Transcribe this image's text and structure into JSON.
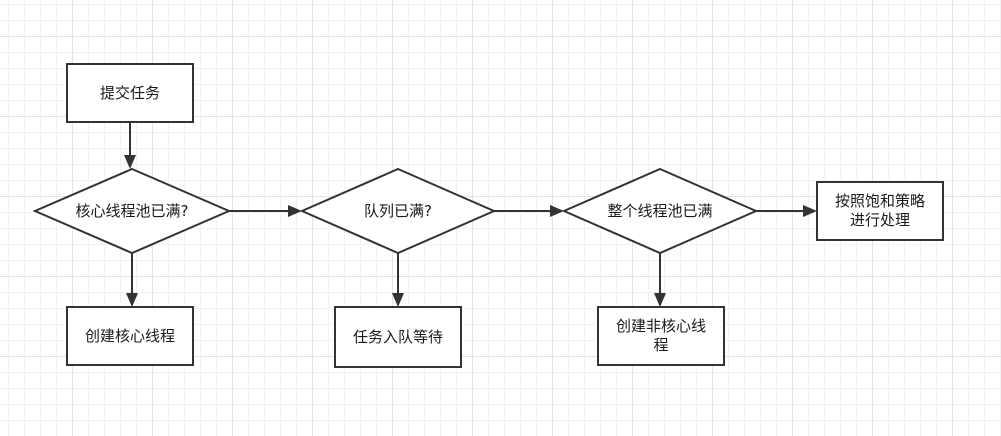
{
  "diagram": {
    "nodes": [
      {
        "id": "submit",
        "text": "提交任务"
      },
      {
        "id": "core_full",
        "text": "核心线程池已满?"
      },
      {
        "id": "create_core",
        "text": "创建核心线程"
      },
      {
        "id": "queue_full",
        "text": "队列已满?"
      },
      {
        "id": "enqueue",
        "text": "任务入队等待"
      },
      {
        "id": "pool_full",
        "text": "整个线程池已满"
      },
      {
        "id": "create_noncore",
        "text": "创建非核心线程"
      },
      {
        "id": "reject",
        "text": "按照饱和策略进行处理"
      }
    ],
    "edges": [
      {
        "from": "submit",
        "to": "core_full"
      },
      {
        "from": "core_full",
        "to": "create_core"
      },
      {
        "from": "core_full",
        "to": "queue_full"
      },
      {
        "from": "queue_full",
        "to": "enqueue"
      },
      {
        "from": "queue_full",
        "to": "pool_full"
      },
      {
        "from": "pool_full",
        "to": "create_noncore"
      },
      {
        "from": "pool_full",
        "to": "reject"
      }
    ],
    "stroke_color": "#333333"
  }
}
